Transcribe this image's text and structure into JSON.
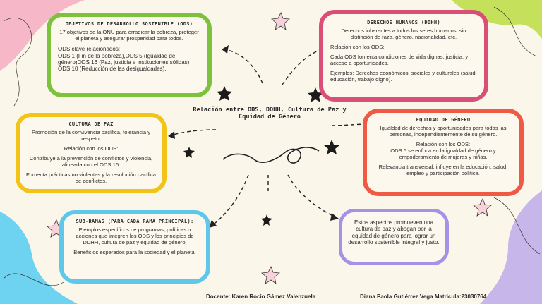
{
  "central_title": "Relación entre ODS, DDHH, Cultura de Paz y Equidad de Género",
  "ods": {
    "title": "Objetivos de Desarrollo Sostenible (ODS)",
    "desc": "17 objetivos de la ONU para erradicar la pobreza, proteger el planeta y asegurar prosperidad para todos.",
    "related_label": "ODS clave relacionados:",
    "item1": "ODS 1 (Fin de la pobreza),ODS 5 (Igualdad de género)ODS 16 (Paz, justicia e instituciones sólidas)",
    "item2": "ODS 10 (Reducción de las desigualdades)."
  },
  "ddhh": {
    "title": "Derechos Humanos (DDHH)",
    "desc": "Derechos inherentes a todos los seres humanos, sin distinción de raza, género, nacionalidad, etc.",
    "relation": "Relación con los ODS:",
    "relation_text": "Cada ODS fomenta condiciones de vida dignas, justicia, y acceso a oportunidades.",
    "examples": "Ejemplos: Derechos económicos, sociales y culturales (salud, educación, trabajo digno)."
  },
  "paz": {
    "title": "Cultura de Paz",
    "desc": "Promoción de la convivencia pacífica, tolerancia y respeto.",
    "relation": "Relación con los ODS:",
    "relation_text": "Contribuye a la prevención de conflictos y violencia, alineada con el ODS 16.",
    "practices": "Fomenta prácticas no violentas y la resolución pacífica de conflictos."
  },
  "genero": {
    "title": "Equidad de Género",
    "desc": "Igualdad de derechos y oportunidades para todas las personas, independientemente de su género.",
    "relation": "Relación con los ODS:",
    "relation_text": "ODS 5 se enfoca en la igualdad de género y empoderamiento de mujeres y niñas.",
    "relevance": "Relevancia transversal: influye en la educación, salud, empleo y participación política."
  },
  "sub": {
    "title": "Sub-ramas (para cada rama principal):",
    "desc": "Ejemplos específicos de programas, políticas o acciones que integren los ODS y los principios de DDHH, cultura de paz y equidad de género.",
    "benefits": "Beneficios esperados para la sociedad y el planeta."
  },
  "conclusion": "Estos aspectos promueven una cultura de paz y abogan por la equidad de género para lograr un desarrollo sostenible integral y justo.",
  "footer": {
    "teacher": "Docente: Karen Rocio Gámez Valenzuela",
    "student": "Diana Paola Gutiérrez Vega Matricula:23030764"
  },
  "colors": {
    "green": "#7cc23d",
    "pink": "#d94f77",
    "yellow": "#f2c318",
    "red": "#f05a45",
    "blue": "#5fc8ea",
    "purple": "#a591e6"
  }
}
